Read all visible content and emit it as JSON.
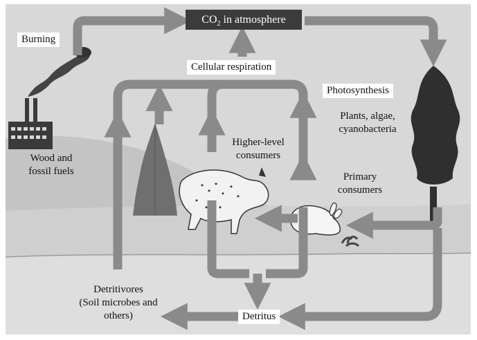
{
  "labels": {
    "co2_prefix": "CO",
    "co2_sub": "2",
    "co2_suffix": " in atmosphere",
    "burning": "Burning",
    "cellular_respiration": "Cellular respiration",
    "photosynthesis": "Photosynthesis",
    "producers_line1": "Plants, algae,",
    "producers_line2": "cyanobacteria",
    "fossil_line1": "Wood and",
    "fossil_line2": "fossil fuels",
    "higher_line1": "Higher-level",
    "higher_line2": "consumers",
    "primary_line1": "Primary",
    "primary_line2": "consumers",
    "detritivores_line1": "Detritivores",
    "detritivores_line2": "(Soil microbes and",
    "detritivores_line3": "others)",
    "detritus": "Detritus"
  },
  "colors": {
    "arrow": "#8a8a8a",
    "co2_box": "#3b3b3b",
    "sky": "#d8d8d8",
    "hill": "#c4c4c4",
    "soil": "#dadada",
    "tree": "#2f2f2f",
    "pine": "#6f6f6f"
  }
}
